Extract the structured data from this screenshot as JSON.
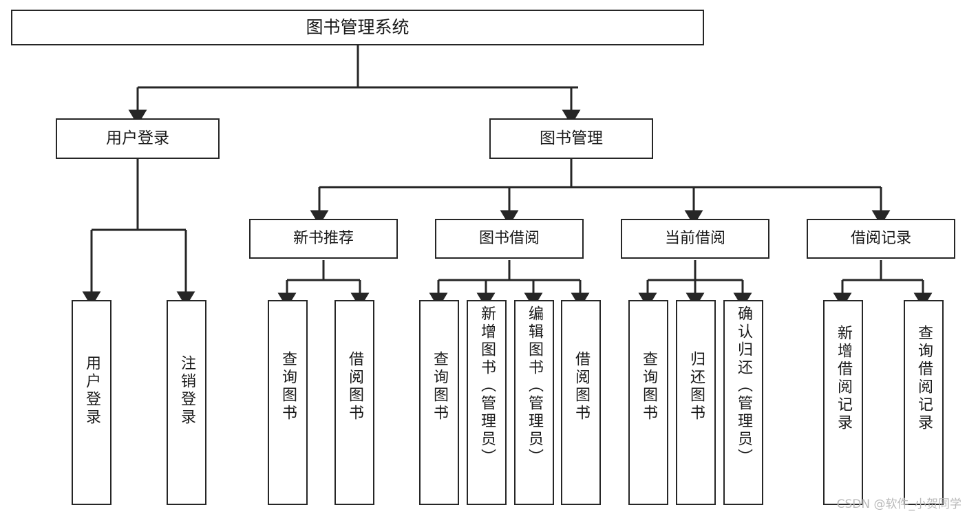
{
  "diagram": {
    "title": "图书管理系统",
    "watermark": "CSDN @软件_小贺同学",
    "colors": {
      "stroke": "#262626",
      "fill": "#ffffff",
      "text": "#1a1a1a",
      "watermark": "#b9b9b9"
    },
    "root": {
      "label": "图书管理系统"
    },
    "level2": [
      {
        "label": "用户登录"
      },
      {
        "label": "图书管理"
      }
    ],
    "level3": [
      {
        "label": "新书推荐"
      },
      {
        "label": "图书借阅"
      },
      {
        "label": "当前借阅"
      },
      {
        "label": "借阅记录"
      }
    ],
    "leaves": {
      "user_login": [
        {
          "label": "用户登录"
        },
        {
          "label": "注销登录"
        }
      ],
      "new_book_recommend": [
        {
          "label": "查询图书"
        },
        {
          "label": "借阅图书"
        }
      ],
      "book_borrow": [
        {
          "label": "查询图书"
        },
        {
          "label": "新增图书（管理员）"
        },
        {
          "label": "编辑图书（管理员）"
        },
        {
          "label": "借阅图书"
        }
      ],
      "current_borrow": [
        {
          "label": "查询图书"
        },
        {
          "label": "归还图书"
        },
        {
          "label": "确认归还（管理员）"
        }
      ],
      "borrow_record": [
        {
          "label": "新增借阅记录"
        },
        {
          "label": "查询借阅记录"
        }
      ]
    }
  }
}
